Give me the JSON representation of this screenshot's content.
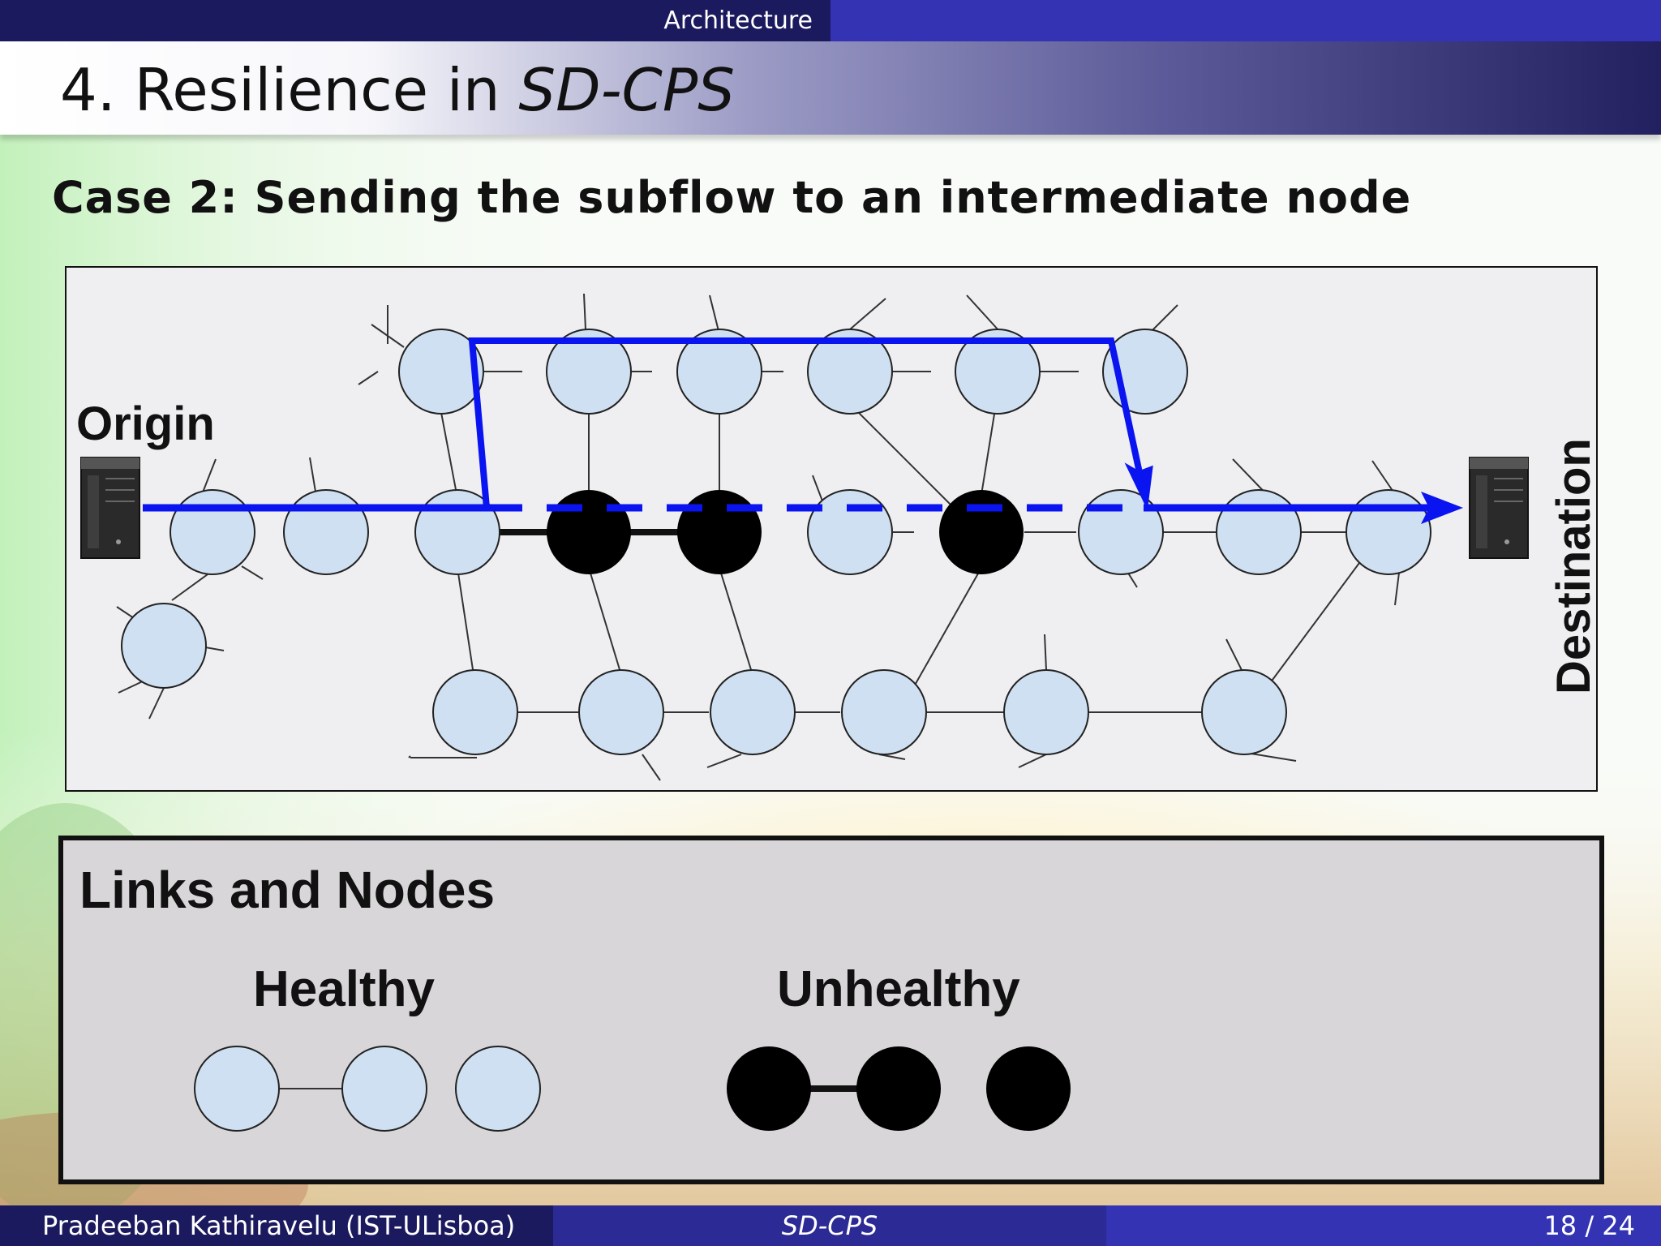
{
  "header": {
    "section": "Architecture"
  },
  "title": {
    "prefix": "4. Resilience in ",
    "emphasis": "SD-CPS"
  },
  "heading": "Case 2: Sending the subflow to an intermediate node",
  "diagram": {
    "origin_label": "Origin",
    "destination_label": "Destination",
    "colors": {
      "healthy": "#cfe0f2",
      "unhealthy": "#000000",
      "path": "#0a14f0"
    }
  },
  "legend": {
    "title": "Links and Nodes",
    "healthy_label": "Healthy",
    "unhealthy_label": "Unhealthy"
  },
  "footer": {
    "author": "Pradeeban Kathiravelu  (IST-ULisboa)",
    "short_title": "SD-CPS",
    "page": "18 / 24"
  }
}
